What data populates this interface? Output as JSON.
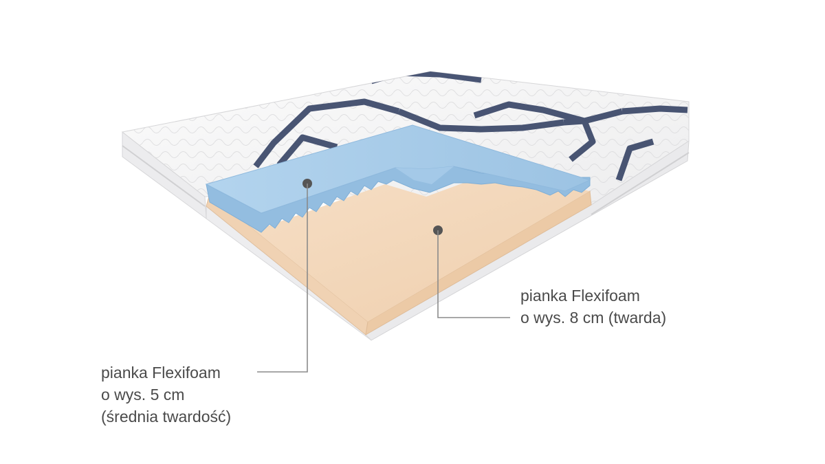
{
  "callouts": {
    "top_layer": {
      "lines": [
        "pianka Flexifoam",
        "o wys. 5 cm",
        "(średnia twardość)"
      ]
    },
    "base_layer": {
      "lines": [
        "pianka Flexifoam",
        "o wys. 8 cm (twarda)"
      ]
    }
  },
  "colors": {
    "cover": "#f4f4f5",
    "cover_pattern": "#3a4768",
    "top_foam": "#a9cce8",
    "base_foam": "#f3d9bd",
    "leader_line": "#8a8a8a",
    "text": "#4a4a4a"
  }
}
